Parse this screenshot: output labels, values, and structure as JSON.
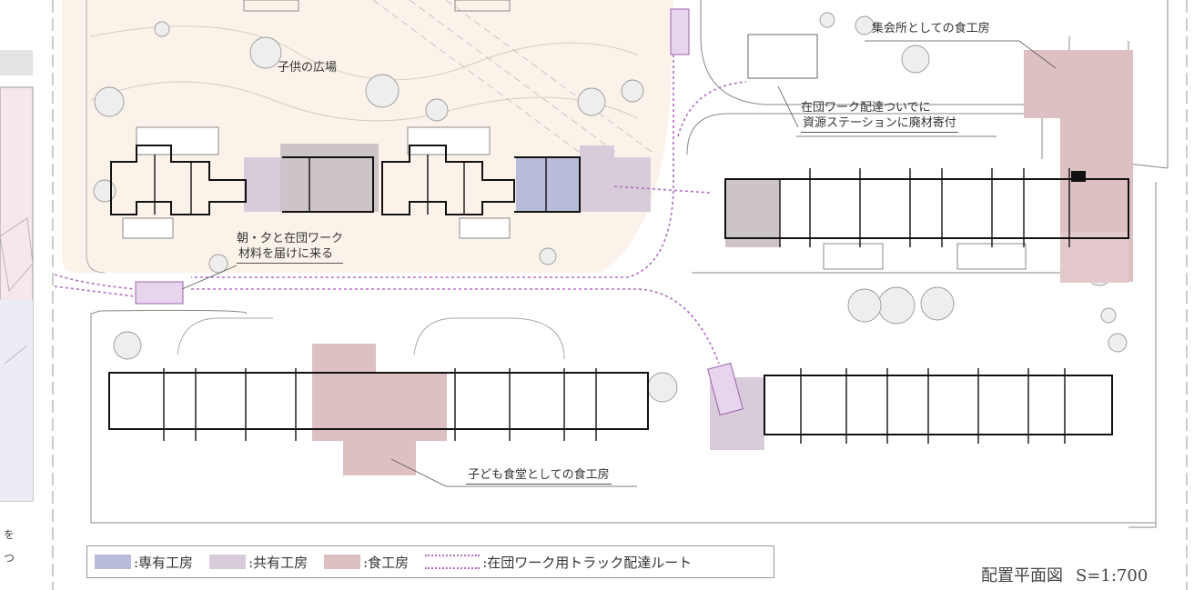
{
  "annotations": {
    "plaza": "子供の広場",
    "assembly": "集会所としての食工房",
    "delivery_line1": "在団ワーク配達ついでに",
    "delivery_line2": "資源ステーションに廃材寄付",
    "morning_line1": "朝・夕と在団ワーク",
    "morning_line2": "材料を届けに来る",
    "kids_dining": "子ども食堂としての食工房"
  },
  "left_panel": {
    "line1": "を",
    "line2": "つ"
  },
  "legend": {
    "items": [
      {
        "label": ":専有工房",
        "color": "#b9bcd9"
      },
      {
        "label": ":共有工房",
        "color": "#d8ccdb"
      },
      {
        "label": ":食工房",
        "color": "#dcc0c2"
      },
      {
        "label": ":在団ワーク用トラック配達ルート",
        "color": "#b36cc4"
      }
    ]
  },
  "scale": {
    "title": "配置平面図",
    "ratio": "S=1:700"
  },
  "colors": {
    "plaza_fill": "#fbf3ea",
    "private_workshop": "#b9bcd9",
    "shared_workshop": "#d8ccdb",
    "food_workshop": "#dcc0c2",
    "route": "#b36cc4",
    "wall": "#111111"
  }
}
